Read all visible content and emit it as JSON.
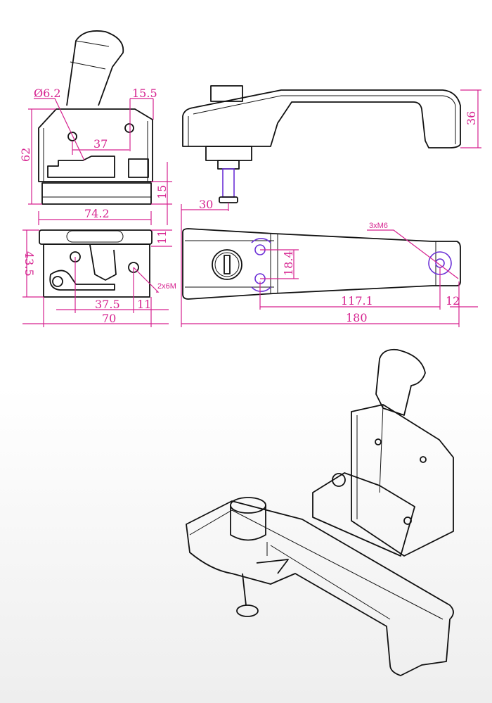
{
  "colors": {
    "dimension": "#d6228f",
    "highlight": "#6a2fd6",
    "line": "#111111"
  },
  "dimensions": {
    "hole_diameter": "Ø6.2",
    "edge_offset": "15.5",
    "hole_spacing_front": "37",
    "latch_height": "62",
    "base_height": "15",
    "latch_width": "74.2",
    "top_flange": "11",
    "latch_depth": "43.5",
    "latch_screw_note": "2x6M",
    "hole_spacing_top": "37.5",
    "hole_edge_offset": "11",
    "latch_base_width": "70",
    "stud_offset": "30",
    "handle_height": "36",
    "handle_hole_spacing": "18.4",
    "handle_screw_note": "3xM6",
    "handle_hole_distance": "117.1",
    "handle_end_offset": "12",
    "handle_length": "180"
  }
}
